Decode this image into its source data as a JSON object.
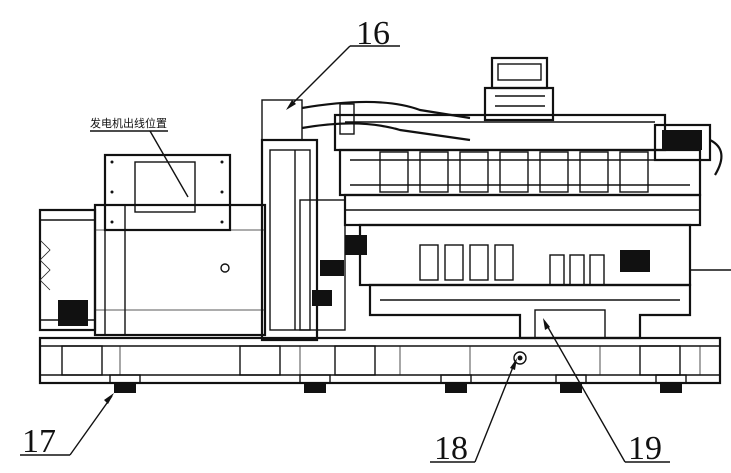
{
  "callouts": {
    "c16": "16",
    "c17": "17",
    "c18": "18",
    "c19": "19"
  },
  "annotation": {
    "generator_outlet": "发电机出线位置"
  },
  "colors": {
    "line": "#111111",
    "background": "#ffffff"
  }
}
